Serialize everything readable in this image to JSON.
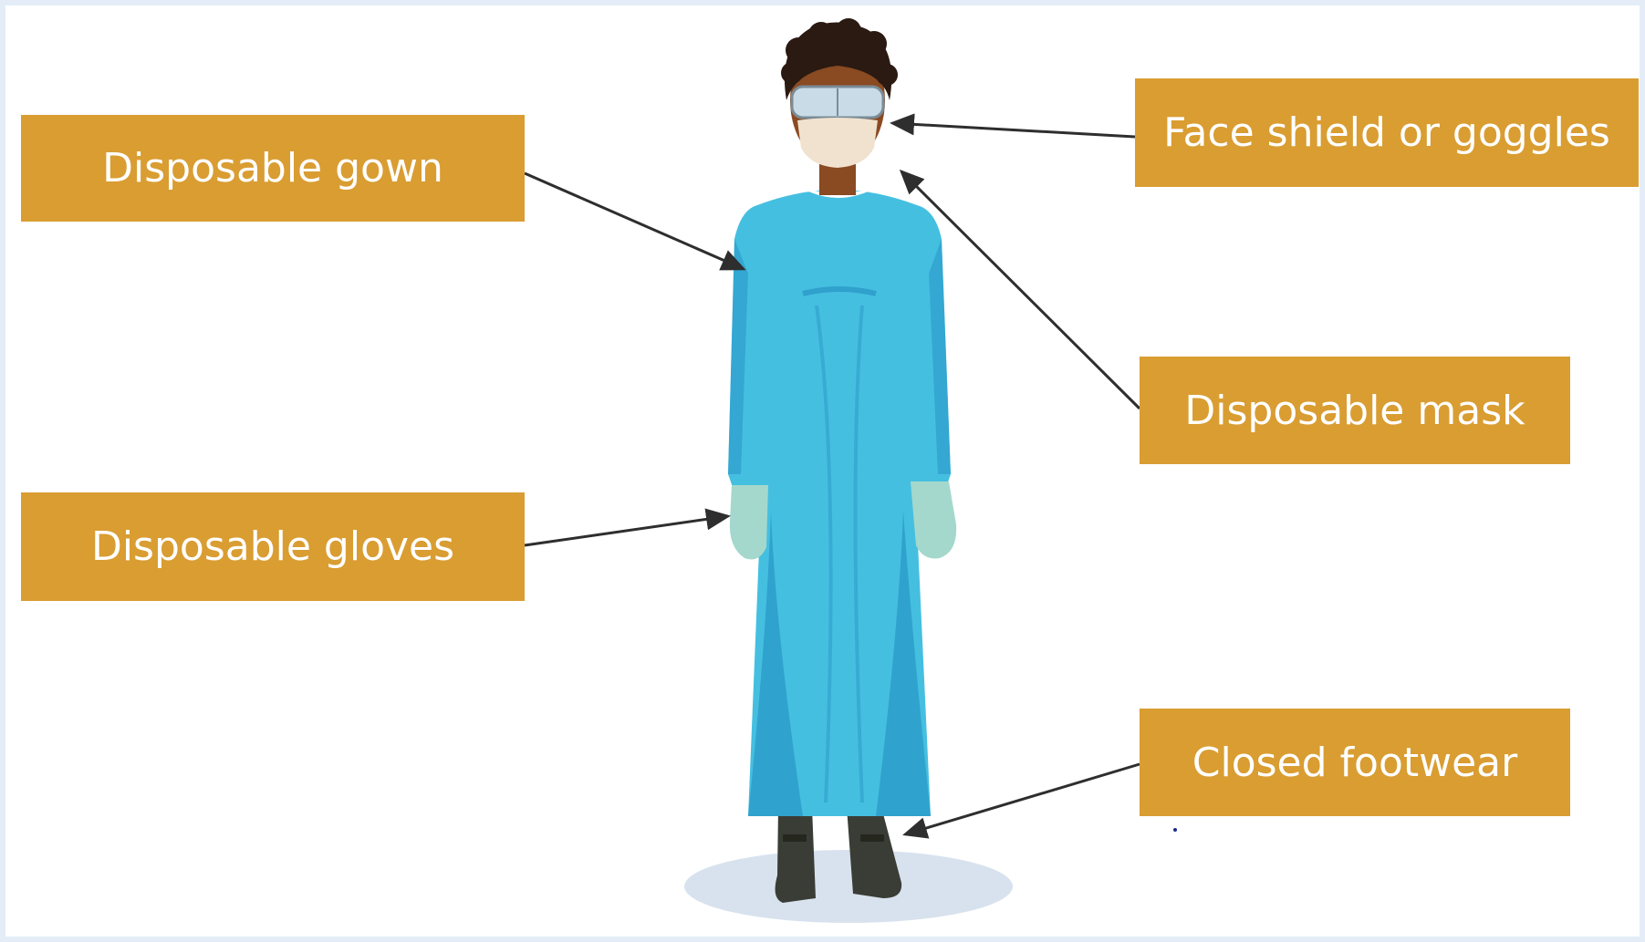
{
  "labels": {
    "gown": "Disposable gown",
    "gloves": "Disposable gloves",
    "face": "Face shield or goggles",
    "mask": "Disposable mask",
    "footwear": "Closed footwear"
  },
  "colors": {
    "label_bg": "#d99d32",
    "label_text": "#ffffff",
    "gown": "#45bfe0",
    "gown_shade": "#2a98c8",
    "gloves": "#a5d8cc",
    "skin": "#8a4a22",
    "hair": "#2a1a12",
    "mask": "#f0e2cf",
    "boots": "#3a3d36",
    "arrow": "#2e2e2e"
  },
  "icons": {
    "figure": "person-in-ppe-icon",
    "arrow": "arrow-pointer-icon"
  }
}
